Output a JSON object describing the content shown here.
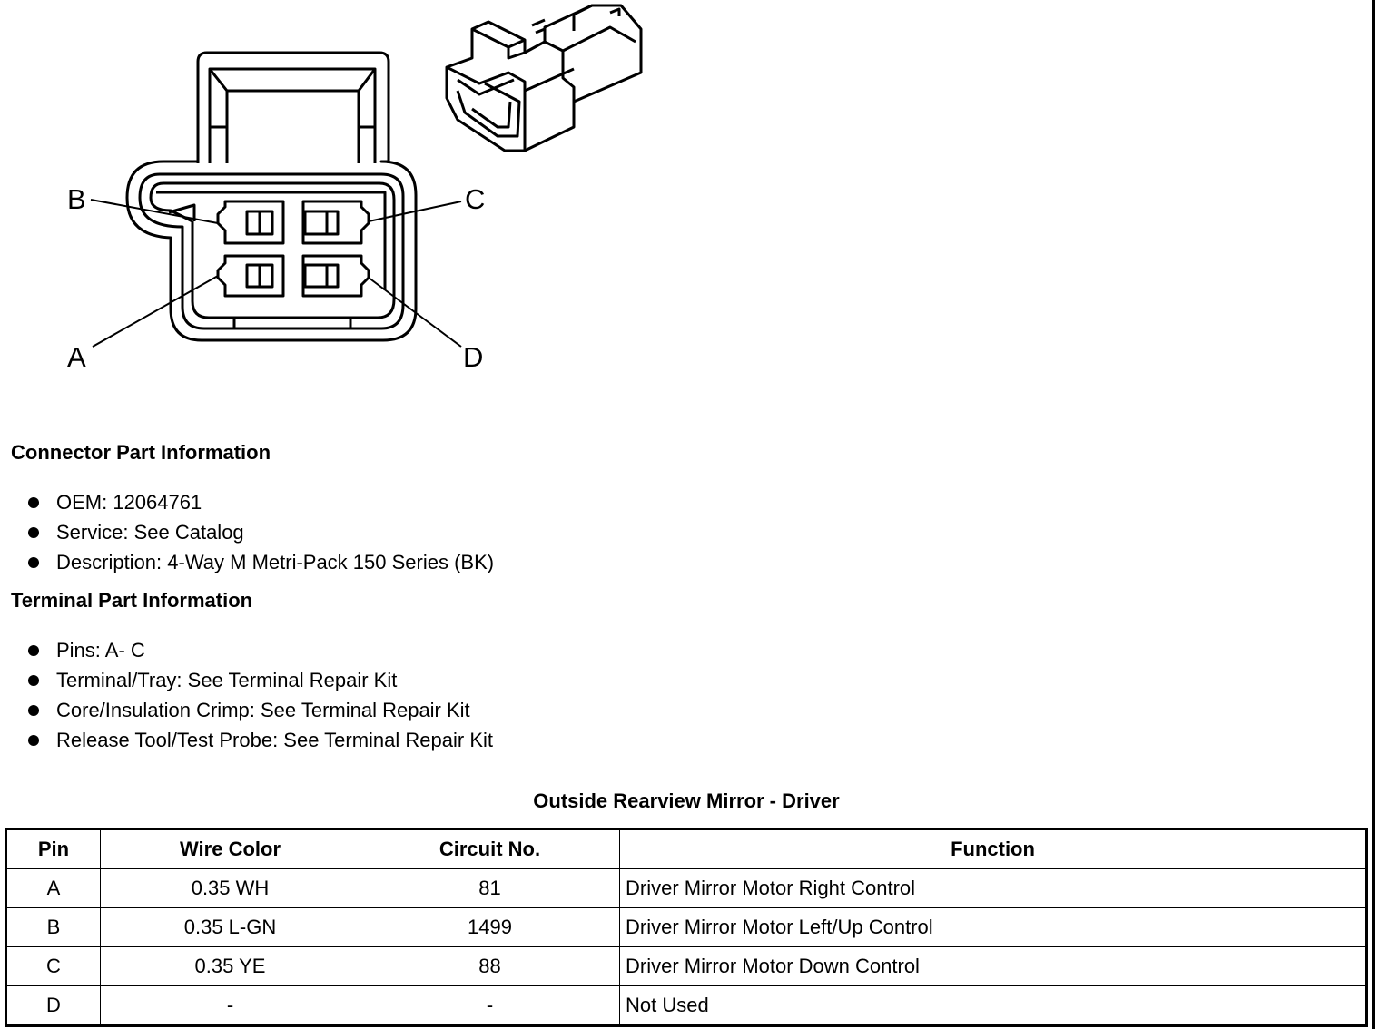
{
  "diagram": {
    "pin_labels": {
      "a": "A",
      "b": "B",
      "c": "C",
      "d": "D"
    }
  },
  "connector_info": {
    "title": "Connector Part Information",
    "items": [
      "OEM: 12064761",
      "Service: See Catalog",
      "Description: 4-Way M Metri-Pack 150 Series (BK)"
    ]
  },
  "terminal_info": {
    "title": "Terminal Part Information",
    "items": [
      "Pins: A- C",
      "Terminal/Tray: See Terminal Repair Kit",
      "Core/Insulation Crimp: See Terminal Repair Kit",
      "Release Tool/Test Probe: See Terminal Repair Kit"
    ]
  },
  "table": {
    "title": "Outside Rearview Mirror - Driver",
    "headers": {
      "pin": "Pin",
      "wire_color": "Wire Color",
      "circuit": "Circuit No.",
      "function": "Function"
    },
    "rows": [
      {
        "pin": "A",
        "wire_color": "0.35 WH",
        "circuit": "81",
        "function": "Driver Mirror Motor Right Control"
      },
      {
        "pin": "B",
        "wire_color": "0.35 L-GN",
        "circuit": "1499",
        "function": "Driver Mirror Motor Left/Up Control"
      },
      {
        "pin": "C",
        "wire_color": "0.35 YE",
        "circuit": "88",
        "function": "Driver Mirror Motor Down Control"
      },
      {
        "pin": "D",
        "wire_color": "-",
        "circuit": "-",
        "function": "Not Used"
      }
    ]
  }
}
